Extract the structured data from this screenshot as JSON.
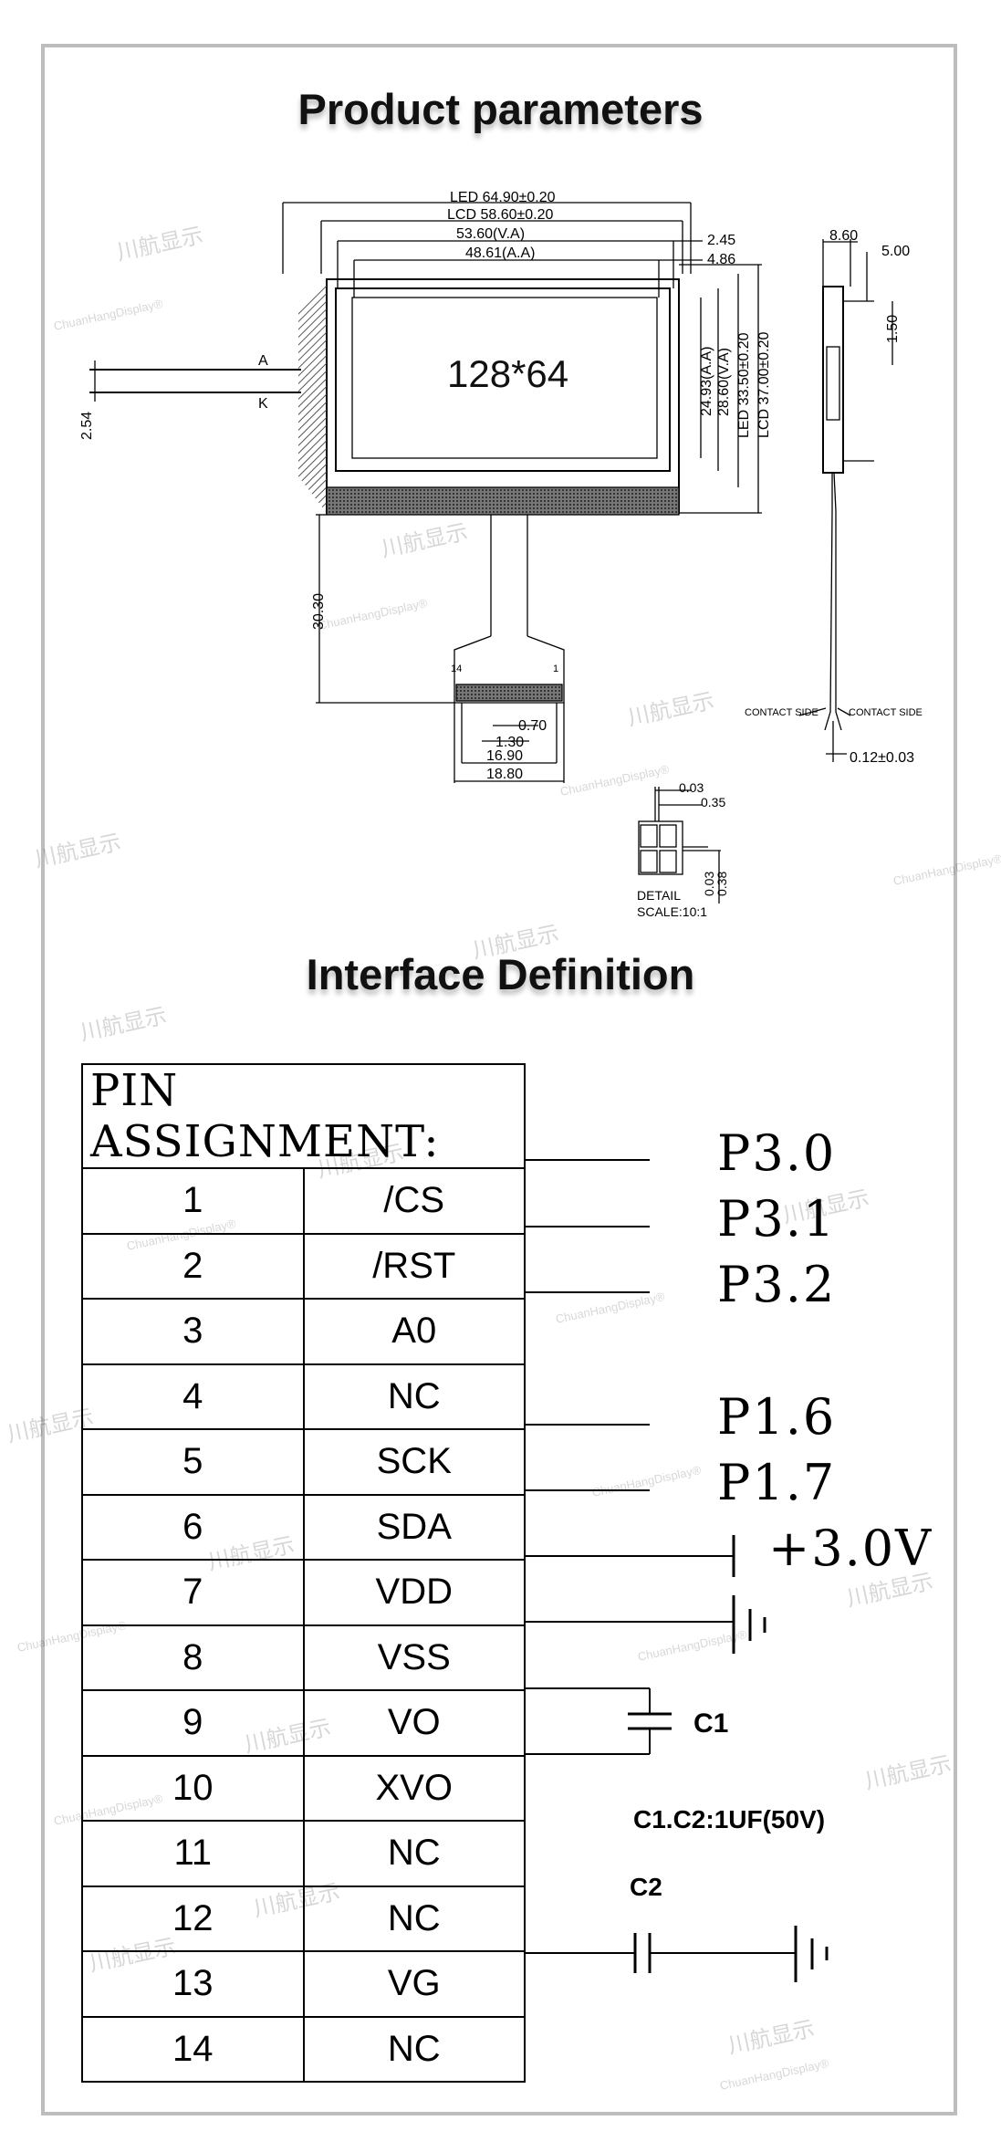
{
  "titles": {
    "product": "Product parameters",
    "interface": "Interface Definition"
  },
  "drawing": {
    "dims_top": [
      "LED 64.90±0.20",
      "LCD 58.60±0.20",
      "53.60(V.A)",
      "48.61(A.A)"
    ],
    "dims_right_small": [
      "2.45",
      "4.86"
    ],
    "dims_vertical": [
      "24.93(A.A)",
      "28.60(V.A)",
      "LED 33.50±0.20",
      "LCD 37.00±0.20"
    ],
    "screen_label": "128*64",
    "anode_label": "A",
    "cathode_label": "K",
    "pitch_left": "2.54",
    "fpc_length": "30.30",
    "fpc_pin_first": "14",
    "fpc_pin_last": "1",
    "fpc_dims": [
      "0.70",
      "1.30",
      "16.90",
      "18.80"
    ],
    "side_dims": [
      "8.60",
      "5.00",
      "1.50"
    ],
    "contact_side_left": "CONTACT SIDE",
    "contact_side_right": "CONTACT SIDE",
    "thickness": "0.12±0.03",
    "detail_dims": [
      "0.03",
      "0.35",
      "0.03",
      "0.38"
    ],
    "detail_label": "DETAIL",
    "detail_scale": "SCALE:10:1"
  },
  "pin_table": {
    "header": "PIN ASSIGNMENT:",
    "rows": [
      {
        "pin": "1",
        "signal": "/CS"
      },
      {
        "pin": "2",
        "signal": "/RST"
      },
      {
        "pin": "3",
        "signal": "A0"
      },
      {
        "pin": "4",
        "signal": "NC"
      },
      {
        "pin": "5",
        "signal": "SCK"
      },
      {
        "pin": "6",
        "signal": "SDA"
      },
      {
        "pin": "7",
        "signal": "VDD"
      },
      {
        "pin": "8",
        "signal": "VSS"
      },
      {
        "pin": "9",
        "signal": "VO"
      },
      {
        "pin": "10",
        "signal": "XVO"
      },
      {
        "pin": "11",
        "signal": "NC"
      },
      {
        "pin": "12",
        "signal": "NC"
      },
      {
        "pin": "13",
        "signal": "VG"
      },
      {
        "pin": "14",
        "signal": "NC"
      }
    ]
  },
  "connections": {
    "p30": "P3.0",
    "p31": "P3.1",
    "p32": "P3.2",
    "p16": "P1.6",
    "p17": "P1.7",
    "vdd": "+3.0V",
    "c1": "C1",
    "cap_note": "C1.C2:1UF(50V)",
    "c2": "C2"
  },
  "watermark": {
    "cn": "川航显示",
    "en": "ChuanHangDisplay®"
  }
}
